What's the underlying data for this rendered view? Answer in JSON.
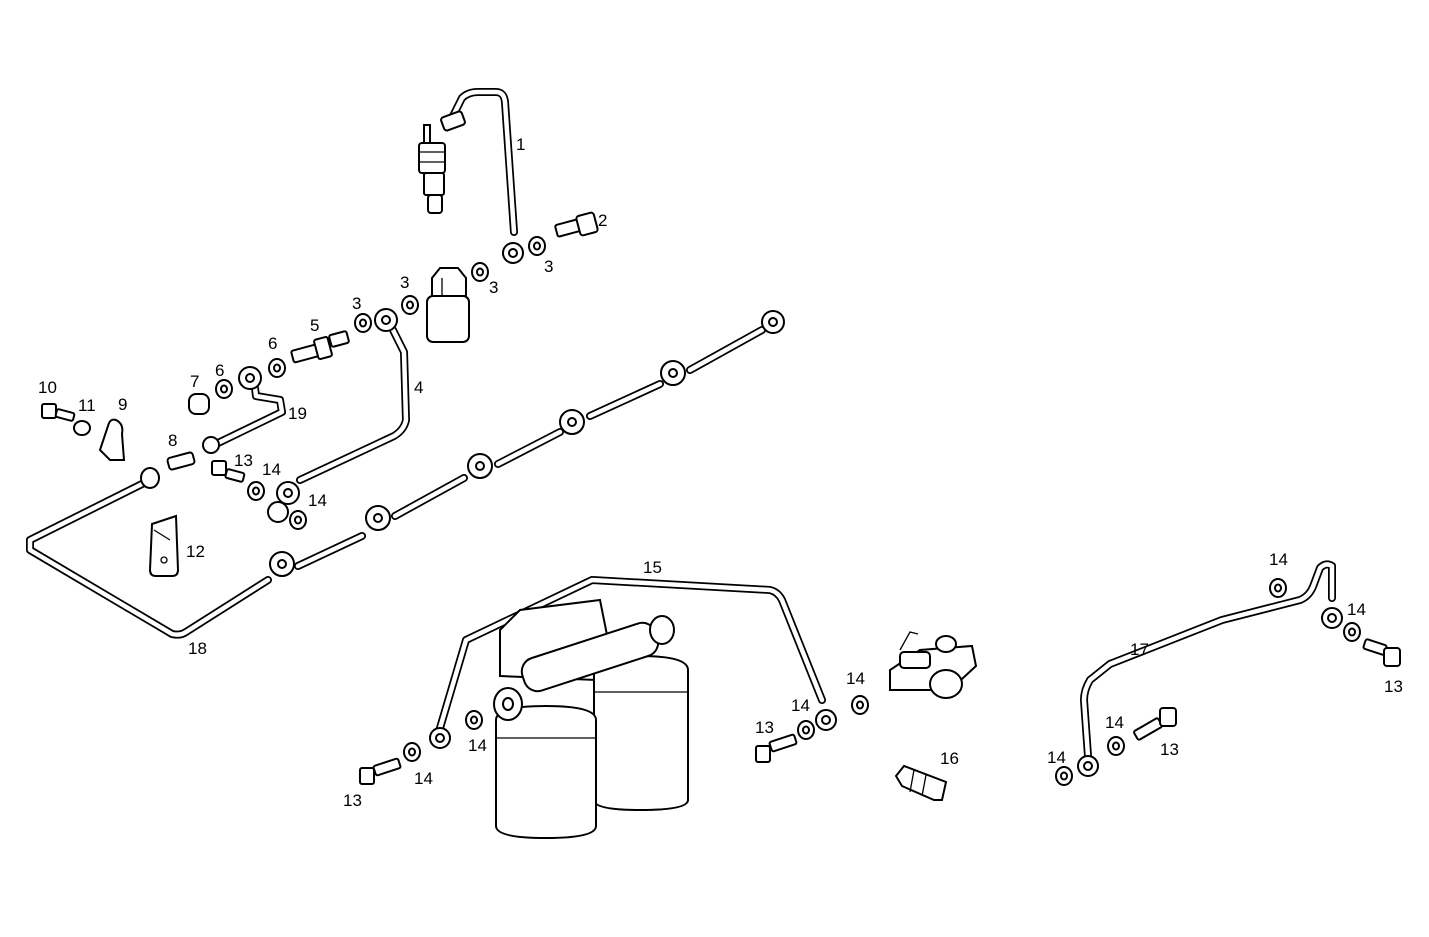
{
  "callouts": [
    "1",
    "2",
    "3",
    "3",
    "3",
    "3",
    "4",
    "5",
    "6",
    "6",
    "7",
    "8",
    "9",
    "10",
    "11",
    "12",
    "13",
    "14",
    "14",
    "18",
    "19",
    "15",
    "14",
    "13",
    "14",
    "13",
    "14",
    "14",
    "16",
    "17",
    "14",
    "14",
    "13",
    "14",
    "14",
    "13"
  ]
}
